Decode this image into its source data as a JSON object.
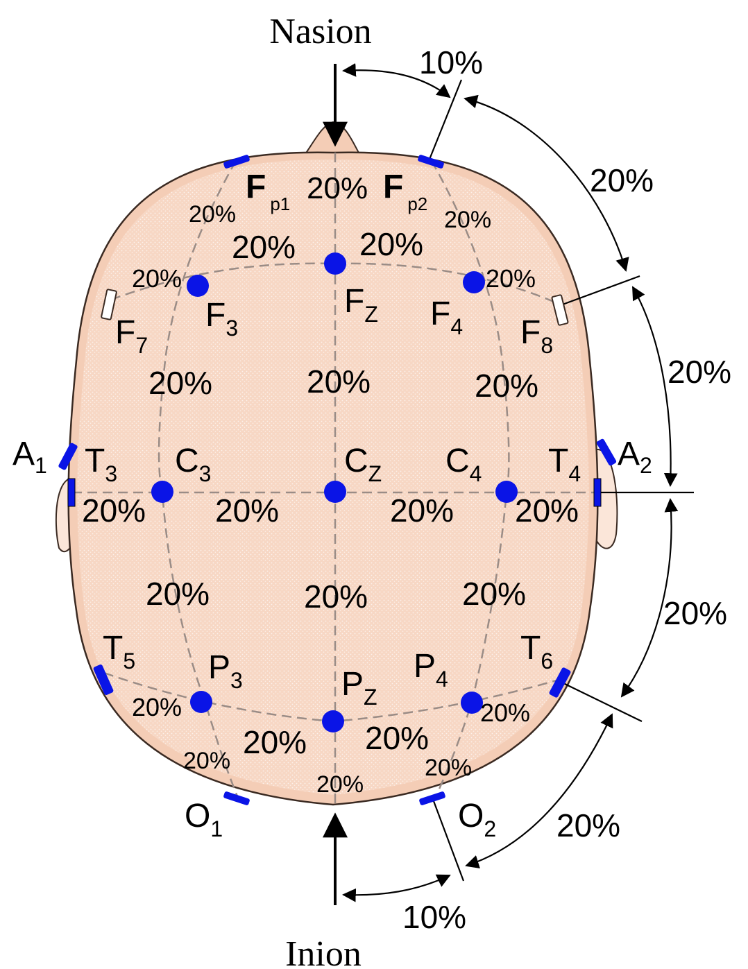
{
  "landmarks": {
    "nasion": "Nasion",
    "inion": "Inion"
  },
  "colors": {
    "scalp": "#f4cdb6",
    "scalp_edge": "#3a2a22",
    "electrode": "#0a14e6",
    "grid_line": "#9a8c86",
    "ear": "#fbe6d9"
  },
  "electrodes": {
    "fp1": {
      "main": "F",
      "sub": "p1"
    },
    "fp2": {
      "main": "F",
      "sub": "p2"
    },
    "f7": {
      "main": "F",
      "sub": "7"
    },
    "f3": {
      "main": "F",
      "sub": "3"
    },
    "fz": {
      "main": "F",
      "sub": "Z"
    },
    "f4": {
      "main": "F",
      "sub": "4"
    },
    "f8": {
      "main": "F",
      "sub": "8"
    },
    "a1": {
      "main": "A",
      "sub": "1"
    },
    "t3": {
      "main": "T",
      "sub": "3"
    },
    "c3": {
      "main": "C",
      "sub": "3"
    },
    "cz": {
      "main": "C",
      "sub": "Z"
    },
    "c4": {
      "main": "C",
      "sub": "4"
    },
    "t4": {
      "main": "T",
      "sub": "4"
    },
    "a2": {
      "main": "A",
      "sub": "2"
    },
    "t5": {
      "main": "T",
      "sub": "5"
    },
    "p3": {
      "main": "P",
      "sub": "3"
    },
    "pz": {
      "main": "P",
      "sub": "Z"
    },
    "p4": {
      "main": "P",
      "sub": "4"
    },
    "t6": {
      "main": "T",
      "sub": "6"
    },
    "o1": {
      "main": "O",
      "sub": "1"
    },
    "o2": {
      "main": "O",
      "sub": "2"
    }
  },
  "percentages": {
    "ten": "10%",
    "twenty": "20%"
  }
}
